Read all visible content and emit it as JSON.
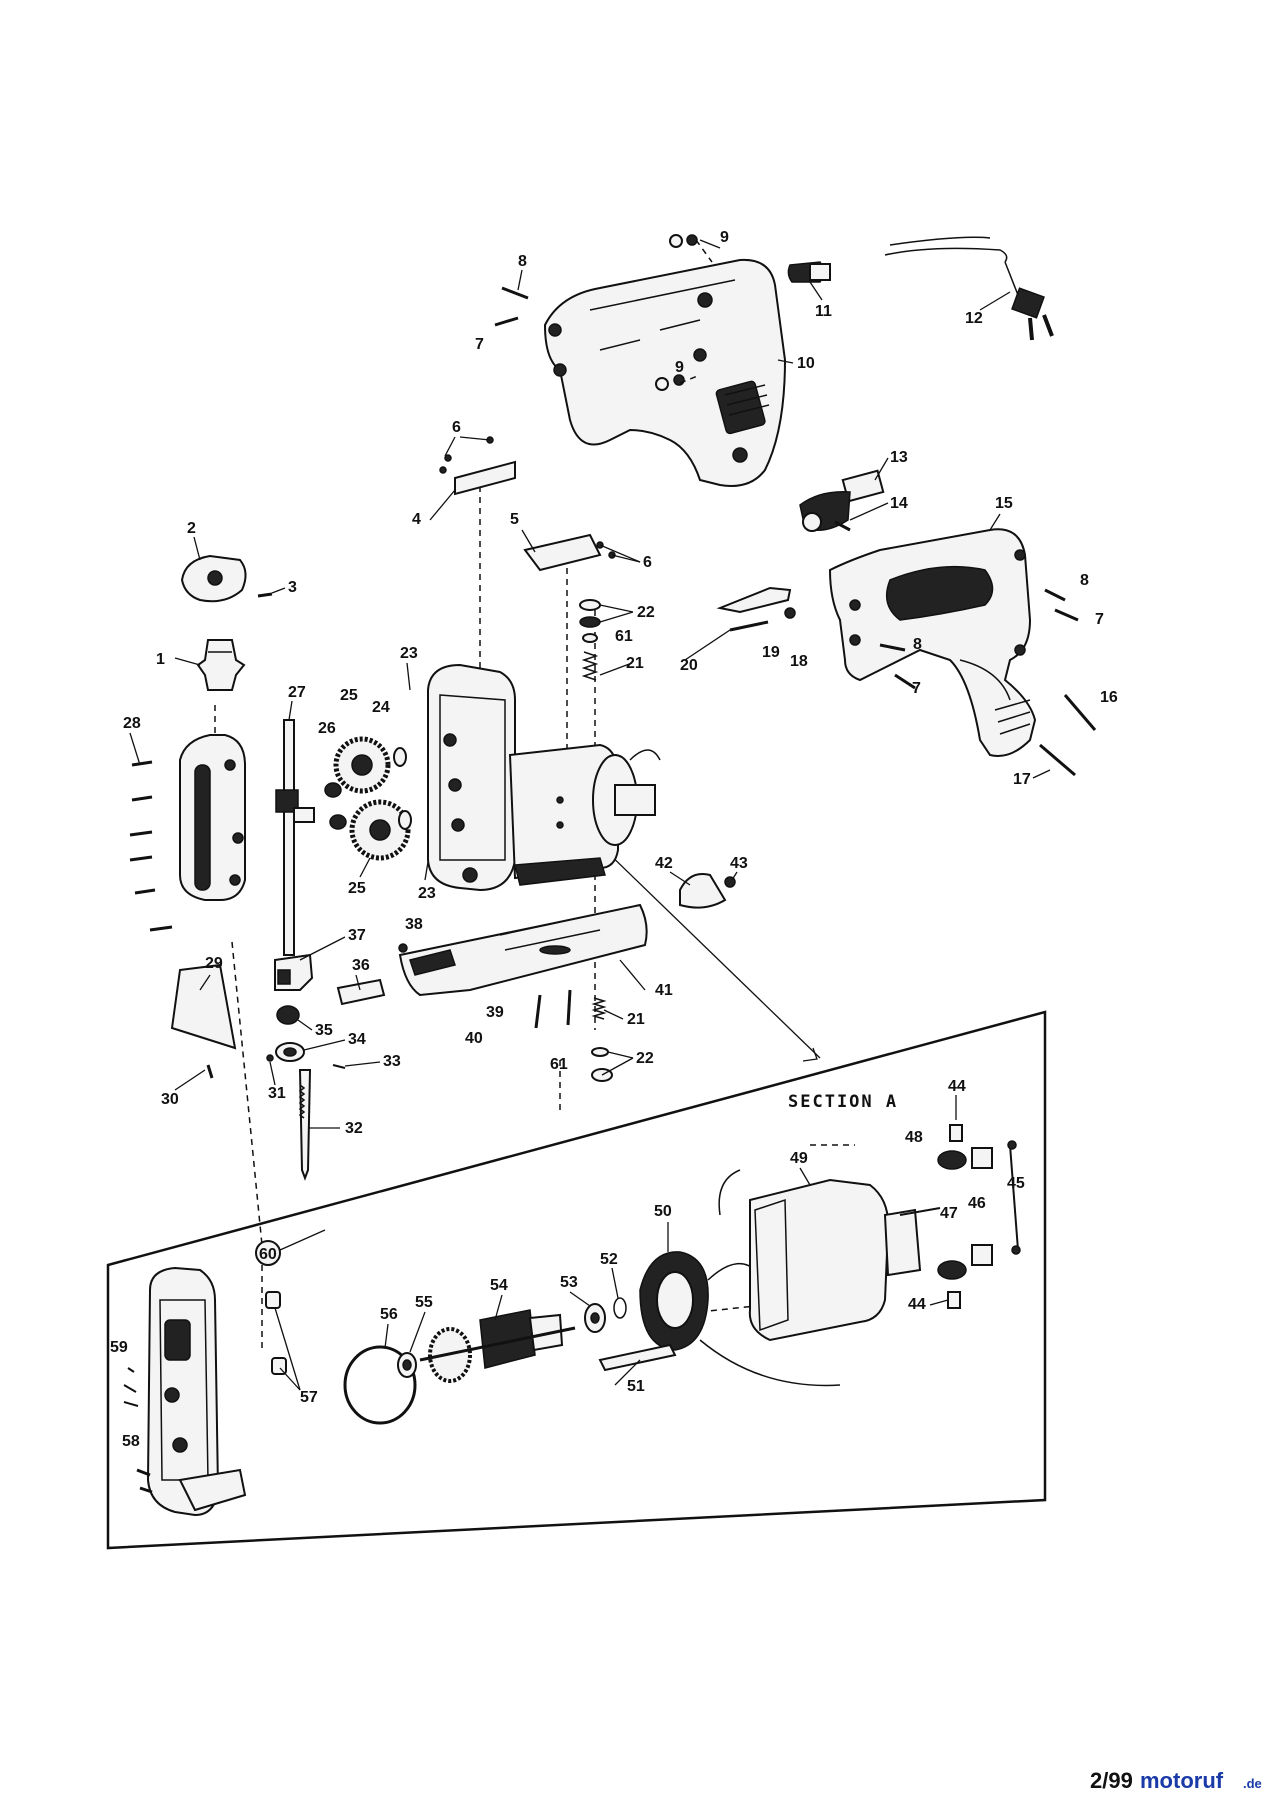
{
  "diagram": {
    "section_title": "SECTION A",
    "watermark": {
      "prefix": "2/99",
      "brand": "motoruf",
      "suffix": ".de",
      "brand_color": "#1a3aa8",
      "accent_color": "#d21f1f"
    },
    "callouts": [
      {
        "id": "c1",
        "text": "1"
      },
      {
        "id": "c2",
        "text": "2"
      },
      {
        "id": "c3",
        "text": "3"
      },
      {
        "id": "c4",
        "text": "4"
      },
      {
        "id": "c5",
        "text": "5"
      },
      {
        "id": "c6a",
        "text": "6"
      },
      {
        "id": "c6b",
        "text": "6"
      },
      {
        "id": "c7a",
        "text": "7"
      },
      {
        "id": "c7b",
        "text": "7"
      },
      {
        "id": "c7c",
        "text": "7"
      },
      {
        "id": "c8a",
        "text": "8"
      },
      {
        "id": "c8b",
        "text": "8"
      },
      {
        "id": "c8c",
        "text": "8"
      },
      {
        "id": "c9a",
        "text": "9"
      },
      {
        "id": "c9b",
        "text": "9"
      },
      {
        "id": "c10",
        "text": "10"
      },
      {
        "id": "c11",
        "text": "11"
      },
      {
        "id": "c12",
        "text": "12"
      },
      {
        "id": "c13",
        "text": "13"
      },
      {
        "id": "c14",
        "text": "14"
      },
      {
        "id": "c15",
        "text": "15"
      },
      {
        "id": "c16",
        "text": "16"
      },
      {
        "id": "c17",
        "text": "17"
      },
      {
        "id": "c18",
        "text": "18"
      },
      {
        "id": "c19",
        "text": "19"
      },
      {
        "id": "c20",
        "text": "20"
      },
      {
        "id": "c21a",
        "text": "21"
      },
      {
        "id": "c21b",
        "text": "21"
      },
      {
        "id": "c22a",
        "text": "22"
      },
      {
        "id": "c22b",
        "text": "22"
      },
      {
        "id": "c23a",
        "text": "23"
      },
      {
        "id": "c23b",
        "text": "23"
      },
      {
        "id": "c24",
        "text": "24"
      },
      {
        "id": "c25a",
        "text": "25"
      },
      {
        "id": "c25b",
        "text": "25"
      },
      {
        "id": "c26",
        "text": "26"
      },
      {
        "id": "c27",
        "text": "27"
      },
      {
        "id": "c28",
        "text": "28"
      },
      {
        "id": "c29",
        "text": "29"
      },
      {
        "id": "c30",
        "text": "30"
      },
      {
        "id": "c31",
        "text": "31"
      },
      {
        "id": "c32",
        "text": "32"
      },
      {
        "id": "c33",
        "text": "33"
      },
      {
        "id": "c34",
        "text": "34"
      },
      {
        "id": "c35",
        "text": "35"
      },
      {
        "id": "c36",
        "text": "36"
      },
      {
        "id": "c37",
        "text": "37"
      },
      {
        "id": "c38",
        "text": "38"
      },
      {
        "id": "c39",
        "text": "39"
      },
      {
        "id": "c40",
        "text": "40"
      },
      {
        "id": "c41",
        "text": "41"
      },
      {
        "id": "c42",
        "text": "42"
      },
      {
        "id": "c43",
        "text": "43"
      },
      {
        "id": "c44a",
        "text": "44"
      },
      {
        "id": "c44b",
        "text": "44"
      },
      {
        "id": "c45",
        "text": "45"
      },
      {
        "id": "c46",
        "text": "46"
      },
      {
        "id": "c47",
        "text": "47"
      },
      {
        "id": "c48",
        "text": "48"
      },
      {
        "id": "c49",
        "text": "49"
      },
      {
        "id": "c50",
        "text": "50"
      },
      {
        "id": "c51",
        "text": "51"
      },
      {
        "id": "c52",
        "text": "52"
      },
      {
        "id": "c53",
        "text": "53"
      },
      {
        "id": "c54",
        "text": "54"
      },
      {
        "id": "c55",
        "text": "55"
      },
      {
        "id": "c56",
        "text": "56"
      },
      {
        "id": "c57",
        "text": "57"
      },
      {
        "id": "c58",
        "text": "58"
      },
      {
        "id": "c59",
        "text": "59"
      },
      {
        "id": "c60",
        "text": "60"
      },
      {
        "id": "c61a",
        "text": "61"
      },
      {
        "id": "c61b",
        "text": "61"
      }
    ]
  }
}
